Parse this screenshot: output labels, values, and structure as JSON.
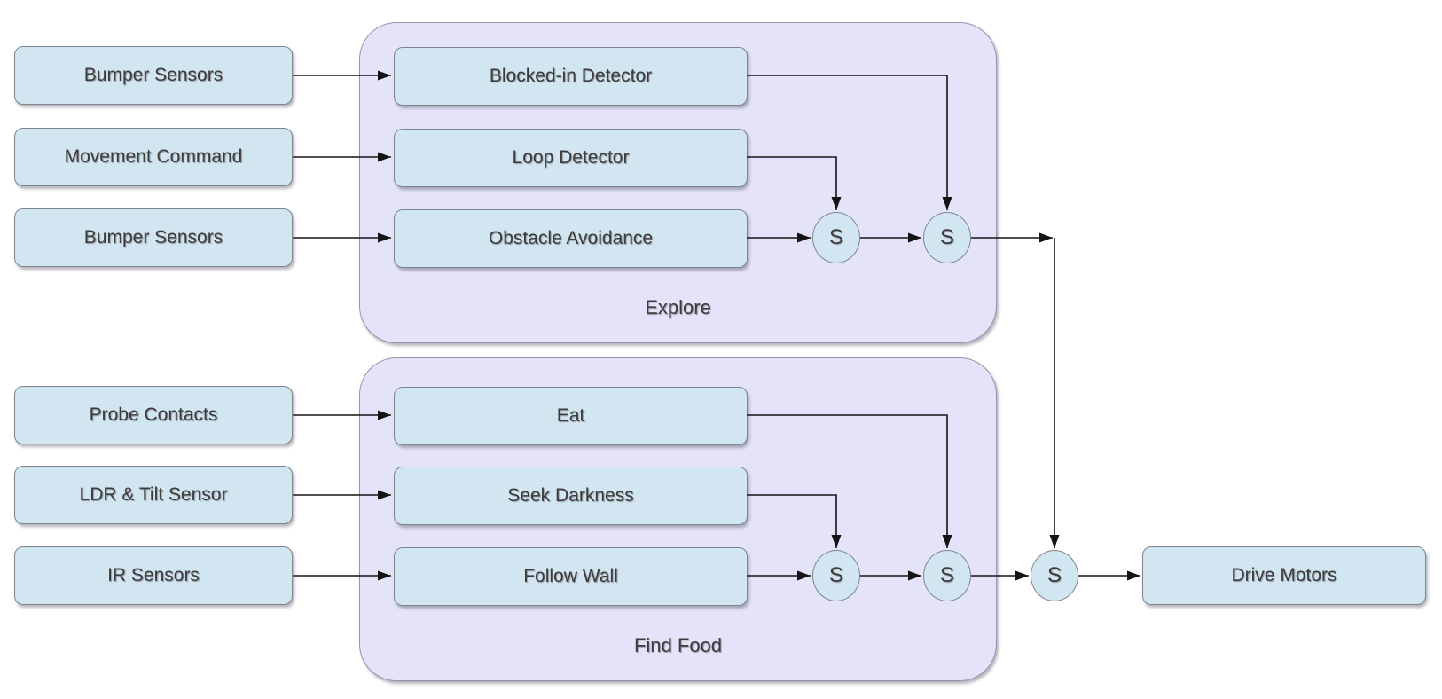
{
  "inputs": [
    {
      "label": "Bumper Sensors"
    },
    {
      "label": "Movement Command"
    },
    {
      "label": "Bumper Sensors"
    },
    {
      "label": "Probe Contacts"
    },
    {
      "label": "LDR & Tilt Sensor"
    },
    {
      "label": "IR Sensors"
    }
  ],
  "groups": [
    {
      "label": "Explore",
      "behaviors": [
        {
          "label": "Blocked-in Detector"
        },
        {
          "label": "Loop Detector"
        },
        {
          "label": "Obstacle Avoidance"
        }
      ]
    },
    {
      "label": "Find Food",
      "behaviors": [
        {
          "label": "Eat"
        },
        {
          "label": "Seek Darkness"
        },
        {
          "label": "Follow Wall"
        }
      ]
    }
  ],
  "suppressors": [
    {
      "label": "S"
    },
    {
      "label": "S"
    },
    {
      "label": "S"
    },
    {
      "label": "S"
    },
    {
      "label": "S"
    }
  ],
  "output": {
    "label": "Drive Motors"
  },
  "colors": {
    "node_fill": "#d2e6f1",
    "group_fill": "#e4e3f9",
    "node_border": "#7d868e",
    "group_border": "#9494ae",
    "wire": "#141414",
    "text": "#3c3c3c"
  }
}
